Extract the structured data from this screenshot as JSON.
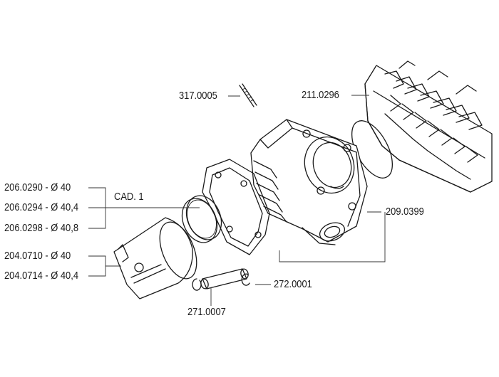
{
  "parts": {
    "screw": "317.0005",
    "head": "211.0296",
    "cylinder": "209.0399",
    "rings": [
      "206.0290 - Ø 40",
      "206.0294 - Ø 40,4",
      "206.0298 - Ø 40,8"
    ],
    "rings_qty": "CAD. 1",
    "pistons": [
      "204.0710 - Ø 40",
      "204.0714 - Ø 40,4"
    ],
    "circlip": "272.0001",
    "pin": "271.0007"
  }
}
